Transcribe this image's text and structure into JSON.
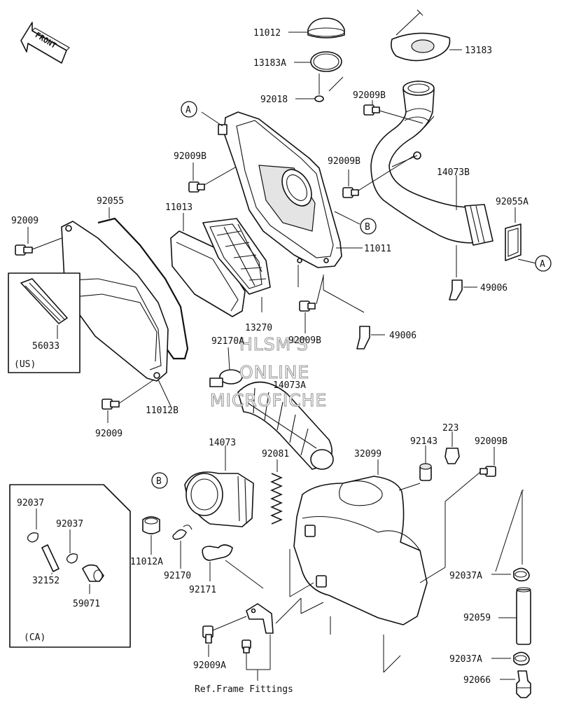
{
  "labels": {
    "p11012": "11012",
    "p13183A": "13183A",
    "p92018": "92018",
    "p13183": "13183",
    "p92009B_top": "92009B",
    "p92009B_left": "92009B",
    "p92009B_mid": "92009B",
    "p92009B_low": "92009B",
    "p92009B_right": "92009B",
    "p14073B": "14073B",
    "p92055A": "92055A",
    "p92055": "92055",
    "p92009_upper": "92009",
    "p92009_lower": "92009",
    "p11013": "11013",
    "p11011": "11011",
    "p49006_right": "49006",
    "p49006_mid": "49006",
    "p13270": "13270",
    "p56033": "56033",
    "p92170A": "92170A",
    "p14073A": "14073A",
    "p11012B": "11012B",
    "p14073": "14073",
    "p92081": "92081",
    "p32099": "32099",
    "p92143": "92143",
    "p223": "223",
    "p92037_a": "92037",
    "p92037_b": "92037",
    "p32152": "32152",
    "p59071": "59071",
    "p11012A": "11012A",
    "p92170": "92170",
    "p92171": "92171",
    "p92037A_upper": "92037A",
    "p92037A_lower": "92037A",
    "p92059": "92059",
    "p92066": "92066",
    "p92009A": "92009A"
  },
  "callouts": {
    "A": "A",
    "B": "B"
  },
  "region_labels": {
    "us": "(US)",
    "ca": "(CA)"
  },
  "front_arrow": "FRONT",
  "footer_note": "Ref.Frame Fittings",
  "watermark": [
    "HLSM'S",
    "ONLINE",
    "MICROFICHE"
  ]
}
